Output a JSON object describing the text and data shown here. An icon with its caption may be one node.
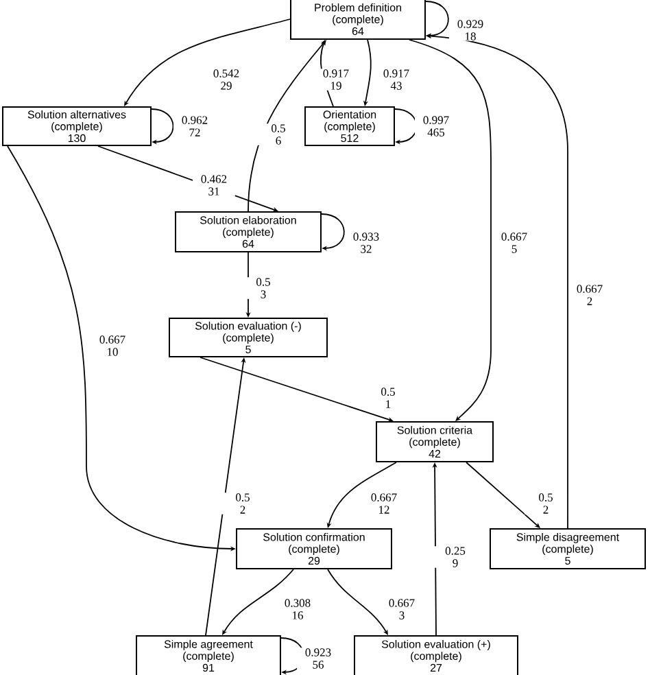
{
  "diagram": {
    "nodes": [
      {
        "text": [
          "Problem definition",
          "(complete)",
          "64"
        ]
      },
      {
        "text": [
          "Solution alternatives",
          "(complete)",
          "130"
        ]
      },
      {
        "text": [
          "Orientation",
          "(complete)",
          "512"
        ]
      },
      {
        "text": [
          "Solution elaboration",
          "(complete)",
          "64"
        ]
      },
      {
        "text": [
          "Solution evaluation (-)",
          "(complete)",
          "5"
        ]
      },
      {
        "text": [
          "Solution criteria",
          "(complete)",
          "42"
        ]
      },
      {
        "text": [
          "Solution confirmation",
          "(complete)",
          "29"
        ]
      },
      {
        "text": [
          "Simple disagreement",
          "(complete)",
          "5"
        ]
      },
      {
        "text": [
          "Simple agreement",
          "(complete)",
          "91"
        ]
      },
      {
        "text": [
          "Solution evaluation (+)",
          "(complete)",
          "27"
        ]
      }
    ],
    "edges": [
      {
        "from": 0,
        "to": 0,
        "arrow": "to",
        "label": "0.929 18"
      },
      {
        "from": 0,
        "to": 1,
        "arrow": "to",
        "label": "0.542 29"
      },
      {
        "from": 2,
        "to": 0,
        "arrow": "to",
        "label": "0.917 19"
      },
      {
        "from": 0,
        "to": 2,
        "arrow": "to",
        "label": "0.917 43"
      },
      {
        "from": 2,
        "to": 2,
        "arrow": "to",
        "label": "0.997 465"
      },
      {
        "from": 1,
        "to": 1,
        "arrow": "to",
        "label": "0.962 72"
      },
      {
        "from": 1,
        "to": 3,
        "arrow": "to",
        "label": "0.462 31"
      },
      {
        "from": 3,
        "to": 0,
        "arrow": "to",
        "label": "0.5 6"
      },
      {
        "from": 3,
        "to": 3,
        "arrow": "to",
        "label": "0.933 32"
      },
      {
        "from": 3,
        "to": 4,
        "arrow": "to",
        "label": "0.5 3"
      },
      {
        "from": 0,
        "to": 5,
        "arrow": "to",
        "label": "0.667 5"
      },
      {
        "from": 7,
        "to": 0,
        "arrow": "to",
        "label": "0.667 2"
      },
      {
        "from": 1,
        "to": 6,
        "arrow": "to",
        "label": "0.667 10"
      },
      {
        "from": 4,
        "to": 5,
        "arrow": "to",
        "label": "0.5 1"
      },
      {
        "from": 8,
        "to": 4,
        "arrow": "to",
        "label": "0.5 2"
      },
      {
        "from": 5,
        "to": 6,
        "arrow": "to",
        "label": "0.667 12"
      },
      {
        "from": 5,
        "to": 7,
        "arrow": "to",
        "label": "0.5 2"
      },
      {
        "from": 6,
        "to": 8,
        "arrow": "to",
        "label": "0.308 16"
      },
      {
        "from": 6,
        "to": 9,
        "arrow": "to",
        "label": "0.667 3"
      },
      {
        "from": 9,
        "to": 5,
        "arrow": "to",
        "label": "0.25 9"
      },
      {
        "from": 8,
        "to": 8,
        "arrow": "to",
        "label": "0.923 56"
      }
    ]
  }
}
